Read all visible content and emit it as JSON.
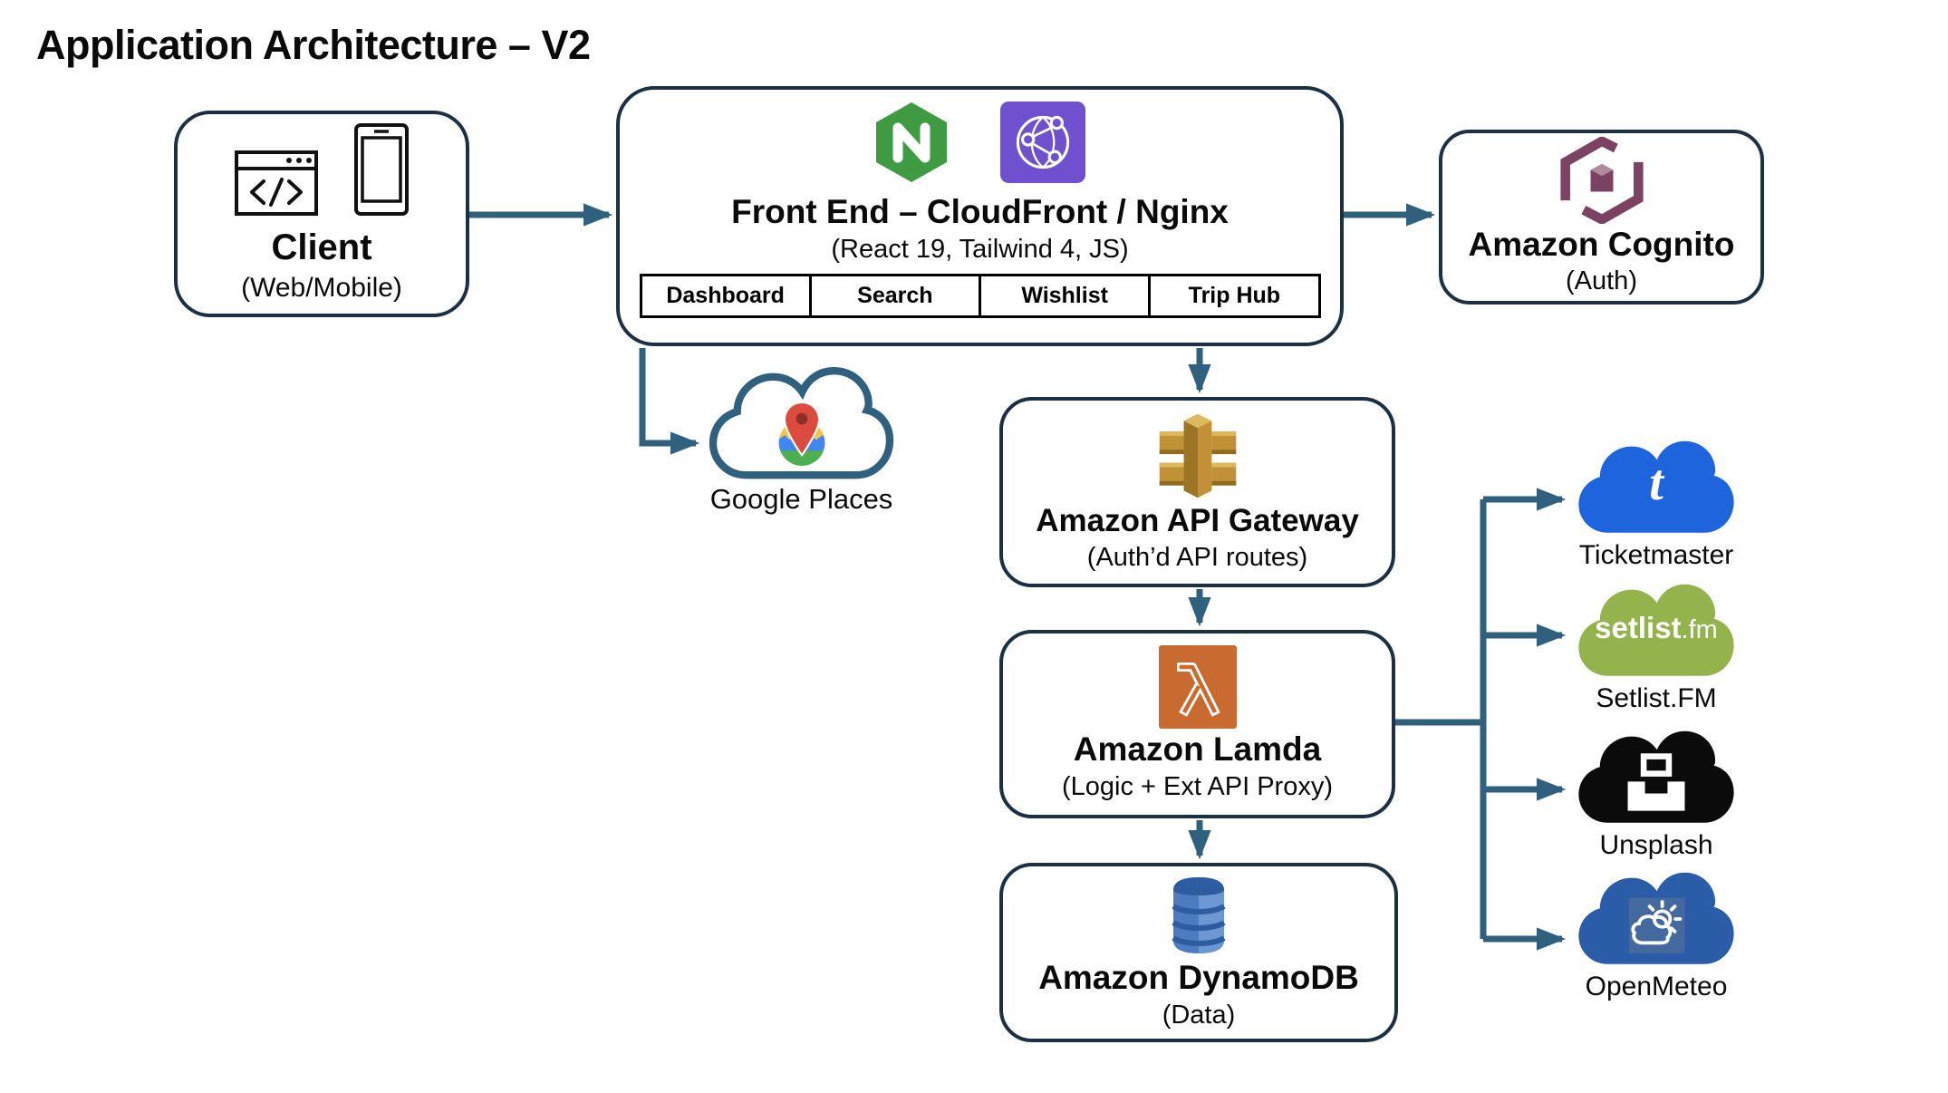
{
  "title": "Application Architecture – V2",
  "colors": {
    "connector": "#2F617F",
    "box_border": "#1B3042",
    "nginx_green": "#3E9B41",
    "cloudfront_purple": "#6F50CE",
    "cognito_plum": "#7C4261",
    "api_gateway_gold": "#C09136",
    "lambda_orange": "#C96B31",
    "dynamodb_blue": "#4C7BC0",
    "ticketmaster_blue": "#1E64DC",
    "setlistfm_green": "#94B34D",
    "unsplash_black": "#0B0B0B",
    "openmeteo_blue": "#2A5CA8",
    "google_cloud_outline": "#2F617F"
  },
  "nodes": {
    "client": {
      "title": "Client",
      "subtitle": "(Web/Mobile)",
      "icons": [
        "browser-icon",
        "smartphone-icon"
      ]
    },
    "frontend": {
      "title": "Front End – CloudFront / Nginx",
      "subtitle": "(React 19, Tailwind 4, JS)",
      "icons": [
        "nginx-logo-icon",
        "cloudfront-logo-icon"
      ],
      "tabs": [
        "Dashboard",
        "Search",
        "Wishlist",
        "Trip Hub"
      ]
    },
    "cognito": {
      "title": "Amazon Cognito",
      "subtitle": "(Auth)",
      "icons": [
        "cognito-logo-icon"
      ]
    },
    "google_places": {
      "label": "Google Places",
      "icons": [
        "cloud-outline-icon",
        "google-places-pin-icon"
      ]
    },
    "api_gateway": {
      "title": "Amazon API Gateway",
      "subtitle": "(Auth’d API routes)",
      "icons": [
        "api-gateway-logo-icon"
      ]
    },
    "lambda": {
      "title": "Amazon Lamda",
      "subtitle": "(Logic + Ext API Proxy)",
      "icons": [
        "lambda-logo-icon"
      ]
    },
    "dynamodb": {
      "title": "Amazon DynamoDB",
      "subtitle": "(Data)",
      "icons": [
        "dynamodb-logo-icon"
      ]
    }
  },
  "external_services": [
    {
      "label": "Ticketmaster",
      "glyph": "t",
      "icon": "ticketmaster-cloud-icon"
    },
    {
      "label": "Setlist.FM",
      "cloud_text_bold": "setlist",
      "cloud_text_light": ".fm",
      "icon": "setlistfm-cloud-icon"
    },
    {
      "label": "Unsplash",
      "icon": "unsplash-cloud-icon"
    },
    {
      "label": "OpenMeteo",
      "icon": "openmeteo-cloud-icon"
    }
  ]
}
